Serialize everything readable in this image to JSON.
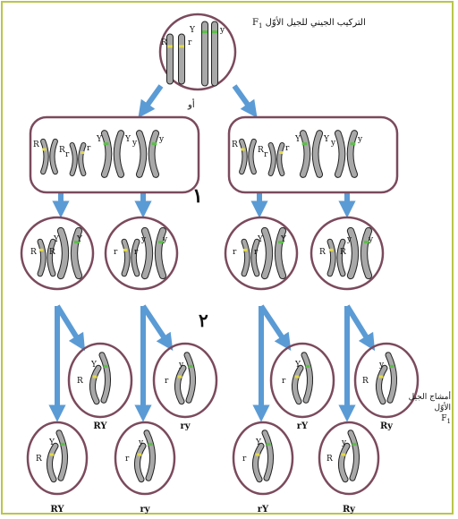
{
  "header": {
    "title": "التركيب الجيني للجيل الأوّل",
    "f1_symbol": "F",
    "f1_subscript": "1"
  },
  "or_label": "أو",
  "step_numbers": [
    "١",
    "٢"
  ],
  "side_label": {
    "line1": "أمشاج الجيل",
    "line2": "الأوّل",
    "f1_symbol": "F",
    "f1_subscript": "1"
  },
  "alleles": {
    "R": "R",
    "r": "r",
    "Y": "Y",
    "y": "y"
  },
  "gametes": {
    "mid_row": [
      "RY",
      "ry",
      "rY",
      "Ry"
    ],
    "bottom_row": [
      "RY",
      "ry",
      "rY",
      "Ry"
    ]
  },
  "colors": {
    "frame": "#b9c64a",
    "circle_border": "#7b4a5c",
    "arrow": "#5b9bd5",
    "chromosome": "#a8a8a8",
    "band_yellow": "#e2d94a",
    "band_green": "#5cbf4a"
  }
}
